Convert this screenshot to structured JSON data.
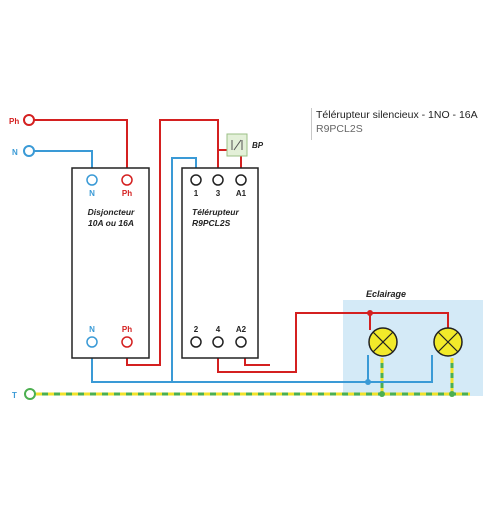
{
  "title": {
    "line1": "Télérupteur silencieux - 1NO - 16A",
    "line2": "R9PCL2S"
  },
  "supply": {
    "ph_label": "Ph",
    "n_label": "N",
    "t_label": "T"
  },
  "breaker": {
    "name_line1": "Disjoncteur",
    "name_line2": "10A ou 16A",
    "top_terminals": [
      "N",
      "Ph"
    ],
    "bottom_terminals": [
      "N",
      "Ph"
    ]
  },
  "relay": {
    "name_line1": "Télérupteur",
    "name_line2": "R9PCL2S",
    "top_terminals": [
      "1",
      "3",
      "A1"
    ],
    "bottom_terminals": [
      "2",
      "4",
      "A2"
    ]
  },
  "pushbutton": {
    "label": "BP"
  },
  "lighting": {
    "label": "Eclairage"
  },
  "colors": {
    "phase": "#d42020",
    "neutral": "#3a9ad6",
    "earth_green": "#4caf50",
    "earth_yellow": "#f2e22a",
    "module_border": "#222222",
    "lighting_zone": "#d4eaf7",
    "lamp_fill": "#f2ea2a"
  }
}
